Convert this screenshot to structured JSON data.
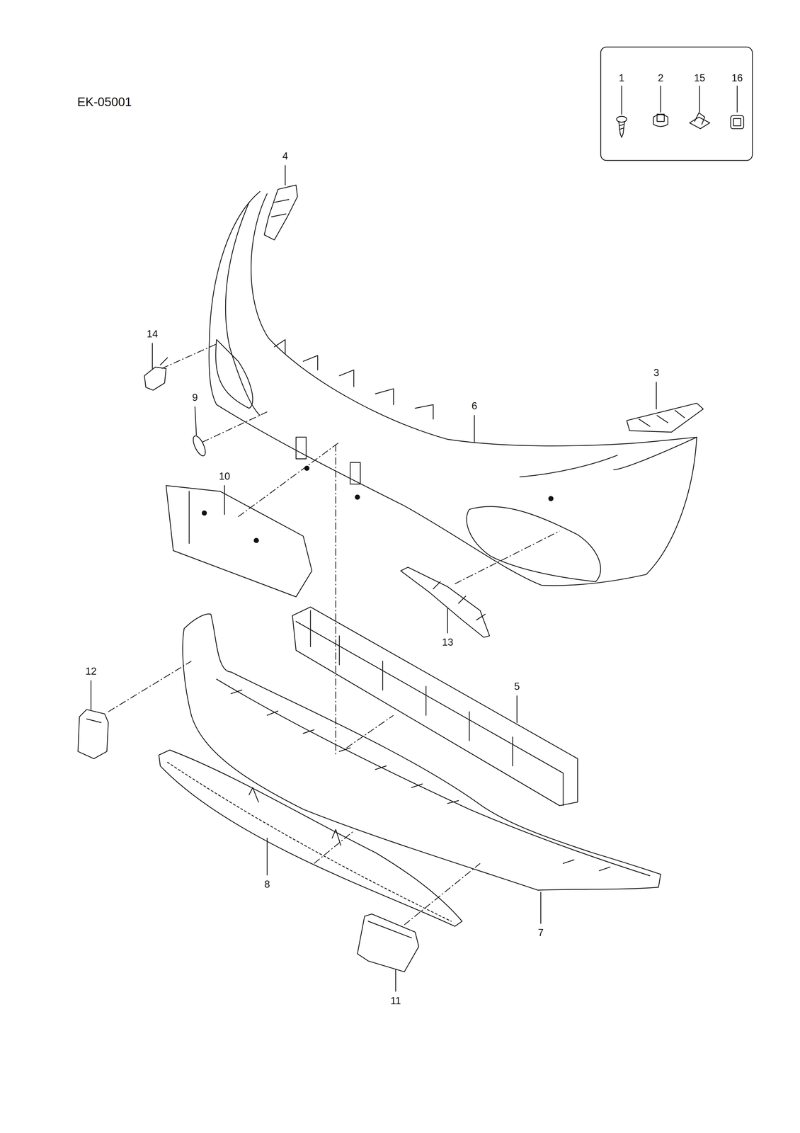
{
  "diagram": {
    "labels": [
      "EK-05001",
      "1",
      "2",
      "15",
      "16",
      "4",
      "14",
      "3",
      "9",
      "6",
      "10",
      "13",
      "12",
      "5",
      "8",
      "7",
      "11"
    ]
  }
}
